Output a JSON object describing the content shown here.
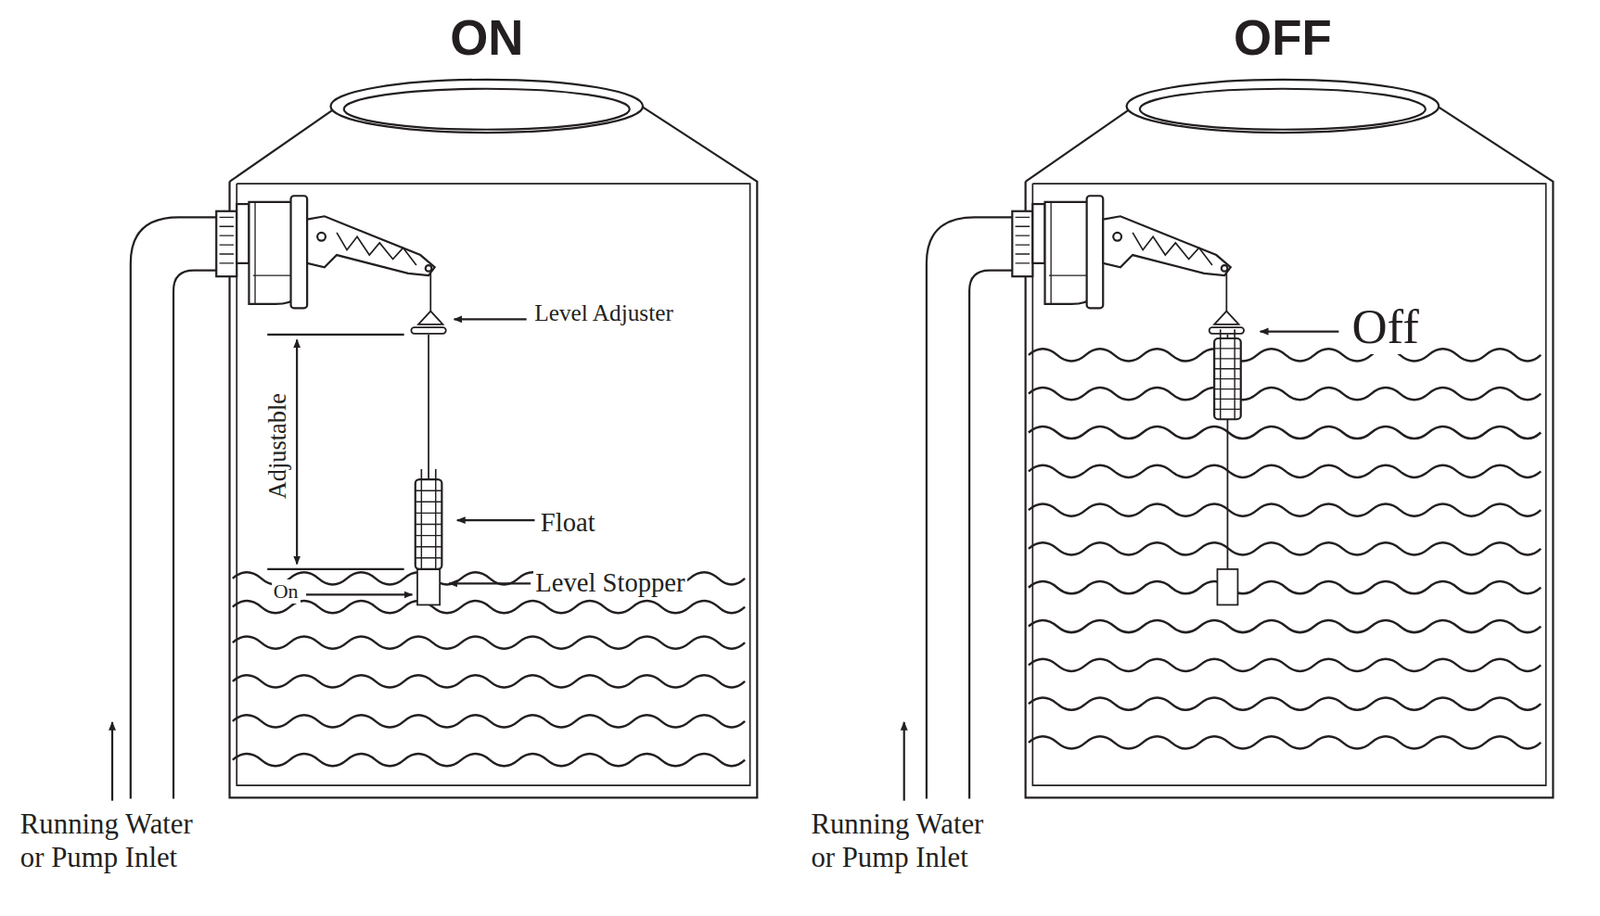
{
  "diagram": {
    "labels": [
      "ON",
      "OFF",
      "Level Adjuster",
      "Adjustable",
      "Float",
      "Level Stopper",
      "On",
      "Running Water or Pump Inlet",
      "Off",
      "Running Water or Pump Inlet"
    ]
  }
}
